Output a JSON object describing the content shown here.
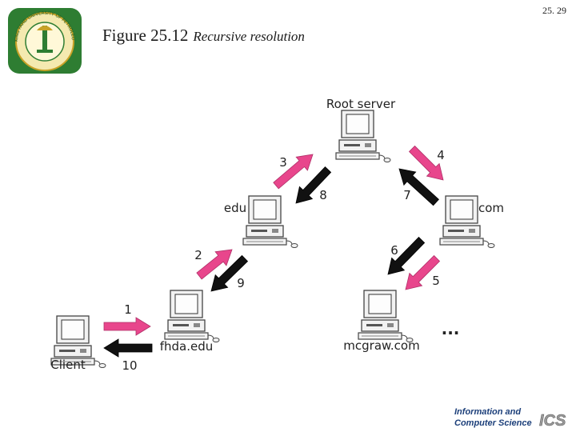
{
  "slide": {
    "number": "25. 29"
  },
  "title": {
    "figure": "Figure 25.12",
    "caption": "Recursive resolution"
  },
  "nodes": {
    "root": "Root server",
    "edu": "edu",
    "com": "com",
    "fhda": "fhda.edu",
    "mcgraw": "mcgraw.com",
    "client": "Client"
  },
  "steps": [
    "1",
    "2",
    "3",
    "4",
    "5",
    "6",
    "7",
    "8",
    "9",
    "10"
  ],
  "ellipsis": "...",
  "footer": {
    "line1": "Information and",
    "line2": "Computer Science",
    "mark": "ICS"
  },
  "colors": {
    "request": "#e8468c",
    "response": "#111111",
    "logo_green": "#2e7d32",
    "logo_gold": "#c9a227"
  }
}
